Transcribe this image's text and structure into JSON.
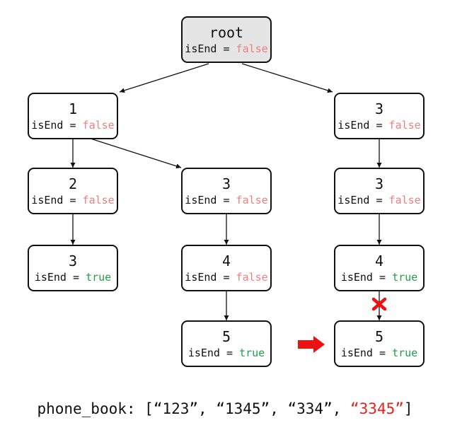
{
  "nodes": [
    {
      "id": "root",
      "label": "root",
      "isEnd": "false"
    },
    {
      "id": "n1",
      "label": "1",
      "isEnd": "false"
    },
    {
      "id": "n3a",
      "label": "3",
      "isEnd": "false"
    },
    {
      "id": "n2",
      "label": "2",
      "isEnd": "false"
    },
    {
      "id": "n3b",
      "label": "3",
      "isEnd": "false"
    },
    {
      "id": "n3c",
      "label": "3",
      "isEnd": "false"
    },
    {
      "id": "n3d",
      "label": "3",
      "isEnd": "true"
    },
    {
      "id": "n4a",
      "label": "4",
      "isEnd": "false"
    },
    {
      "id": "n4b",
      "label": "4",
      "isEnd": "true"
    },
    {
      "id": "n5a",
      "label": "5",
      "isEnd": "true"
    },
    {
      "id": "n5b",
      "label": "5",
      "isEnd": "true"
    }
  ],
  "edges": [
    [
      "root",
      "n1"
    ],
    [
      "root",
      "n3a"
    ],
    [
      "n1",
      "n2"
    ],
    [
      "n1",
      "n3b"
    ],
    [
      "n3a",
      "n3c"
    ],
    [
      "n2",
      "n3d"
    ],
    [
      "n3b",
      "n4a"
    ],
    [
      "n3c",
      "n4b"
    ],
    [
      "n4a",
      "n5a"
    ],
    [
      "n4b",
      "n5b"
    ]
  ],
  "blocked_edge": [
    "n4b",
    "n5b"
  ],
  "field_name": "isEnd",
  "caption": {
    "prefix": "phone_book: [",
    "items": [
      "“123”",
      "“1345”",
      "“334”",
      "“3345”"
    ],
    "highlight_index": 3,
    "suffix": "]"
  },
  "colors": {
    "false_value": "#f07f7f",
    "true_value": "#22a04a",
    "highlight": "#e32222",
    "root_fill": "#e5e5e5",
    "marker": "#ee1111"
  },
  "icons": [
    "red-arrow-icon",
    "red-cross-icon"
  ]
}
